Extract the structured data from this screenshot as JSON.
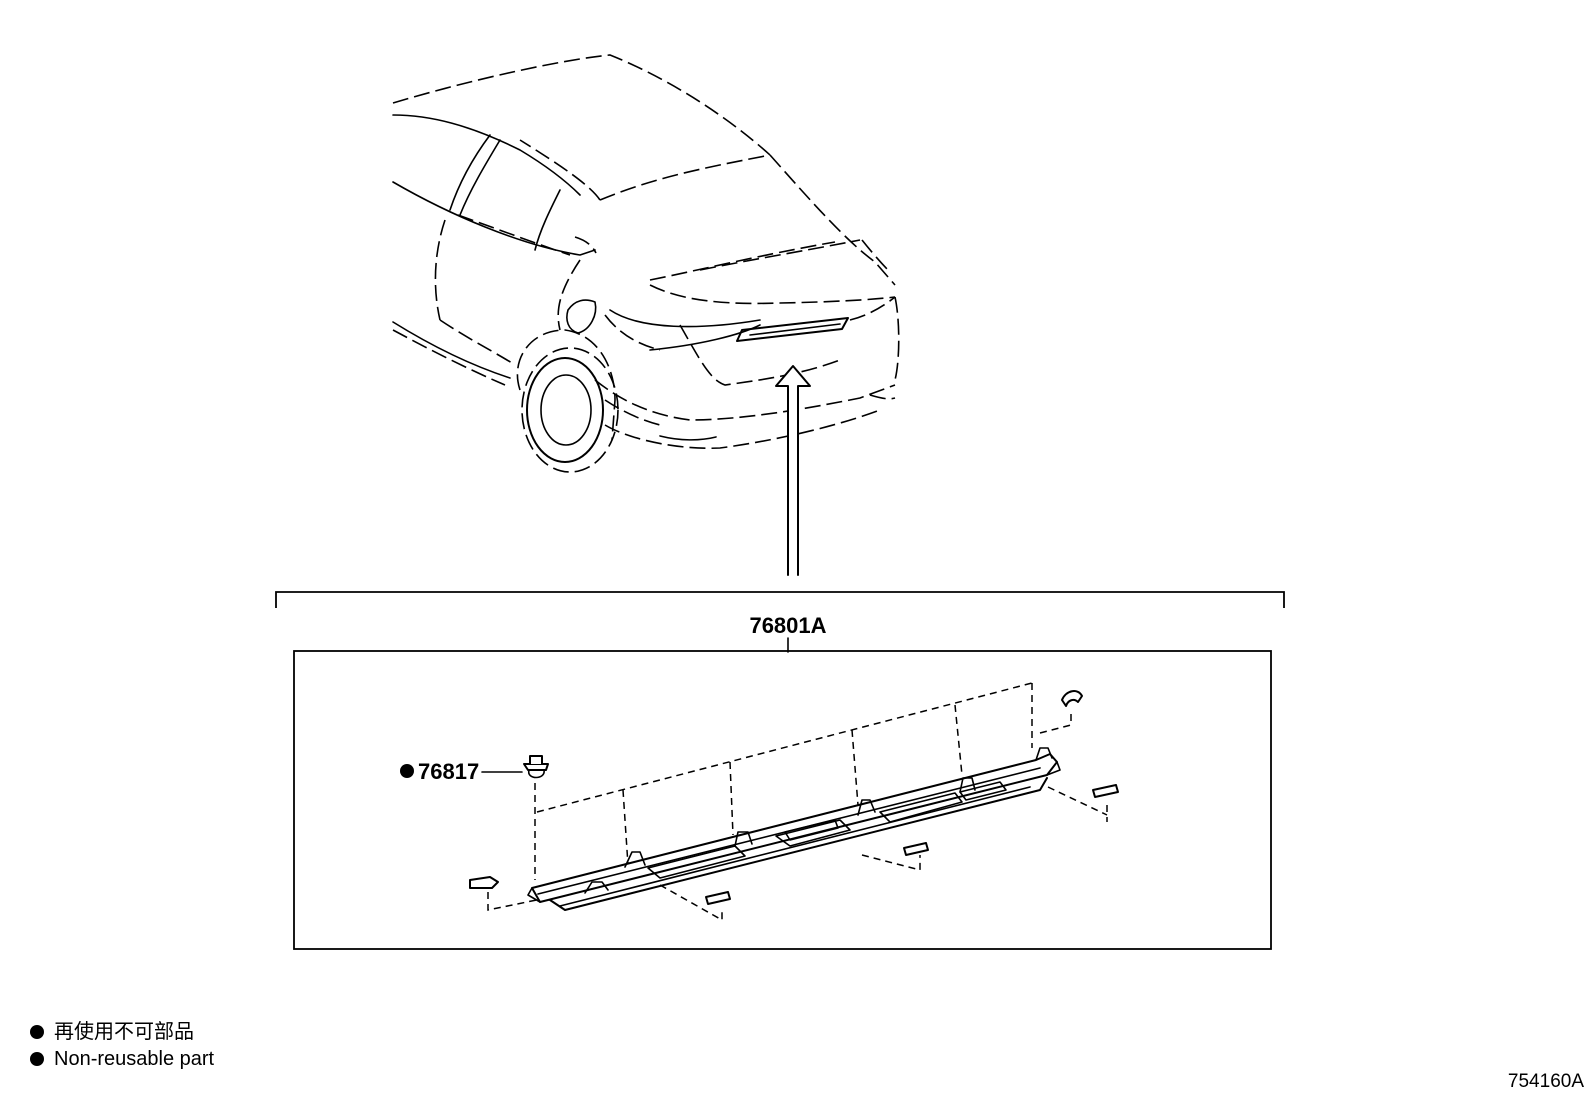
{
  "callouts": {
    "assembly": "76801A",
    "clip": "76817"
  },
  "legend": {
    "jp": "再使用不可部品",
    "en": "Non-reusable part"
  },
  "figure_code": "754160A"
}
